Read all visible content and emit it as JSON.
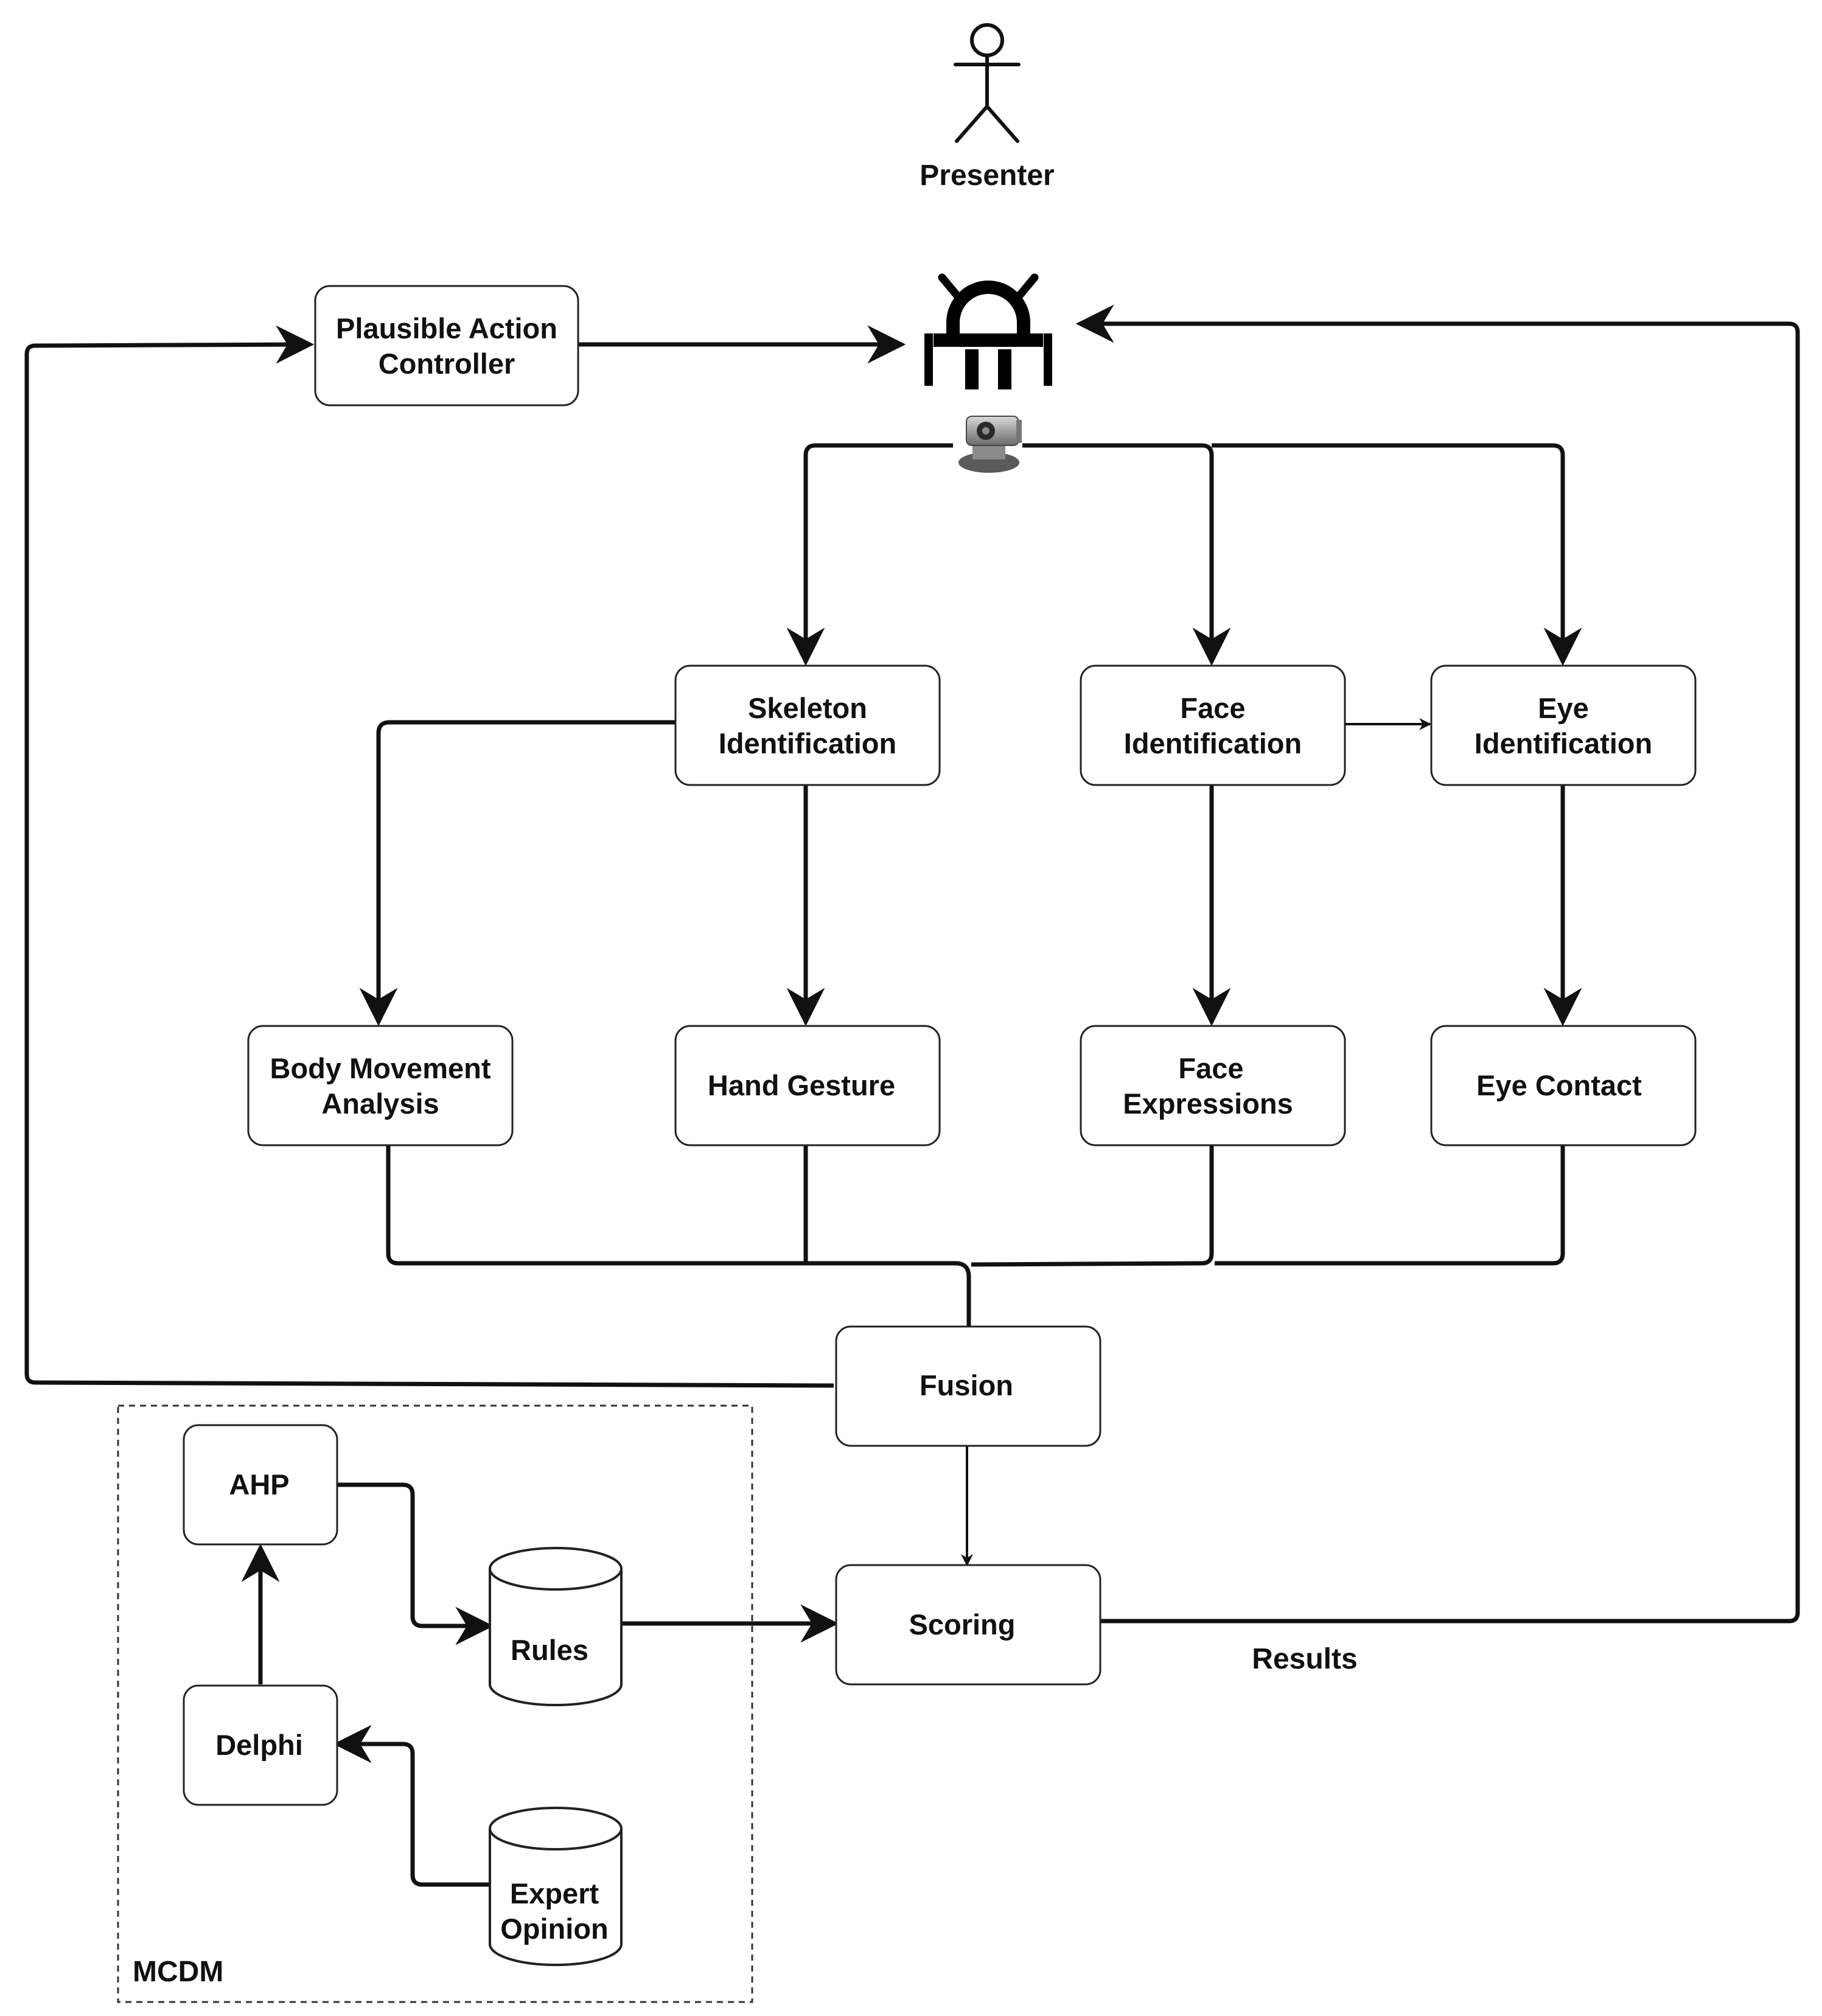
{
  "actor": {
    "label": "Presenter"
  },
  "nodes": {
    "pac": {
      "lines": [
        "Plausible Action",
        "Controller"
      ]
    },
    "skeleton": {
      "lines": [
        "Skeleton",
        "Identification"
      ]
    },
    "face_id": {
      "lines": [
        "Face",
        "Identification"
      ]
    },
    "eye_id": {
      "lines": [
        "Eye",
        "Identification"
      ]
    },
    "body": {
      "lines": [
        "Body Movement",
        "Analysis"
      ]
    },
    "hand": {
      "lines": [
        "Hand Gesture"
      ]
    },
    "face_expr": {
      "lines": [
        "Face",
        "Expressions"
      ]
    },
    "eye_contact": {
      "lines": [
        "Eye Contact"
      ]
    },
    "fusion": {
      "lines": [
        "Fusion"
      ]
    },
    "scoring": {
      "lines": [
        "Scoring"
      ]
    },
    "ahp": {
      "lines": [
        "AHP"
      ]
    },
    "delphi": {
      "lines": [
        "Delphi"
      ]
    }
  },
  "databases": {
    "rules": {
      "lines": [
        "Rules"
      ]
    },
    "expert": {
      "lines": [
        "Expert",
        "Opinion"
      ]
    }
  },
  "labels": {
    "results": "Results",
    "mcdm": "MCDM"
  },
  "icons": {
    "robot": "robot-icon",
    "camera": "camera-icon",
    "actor": "stick-figure-icon"
  },
  "colors": {
    "stroke": "#111111",
    "box_fill": "#ffffff"
  }
}
